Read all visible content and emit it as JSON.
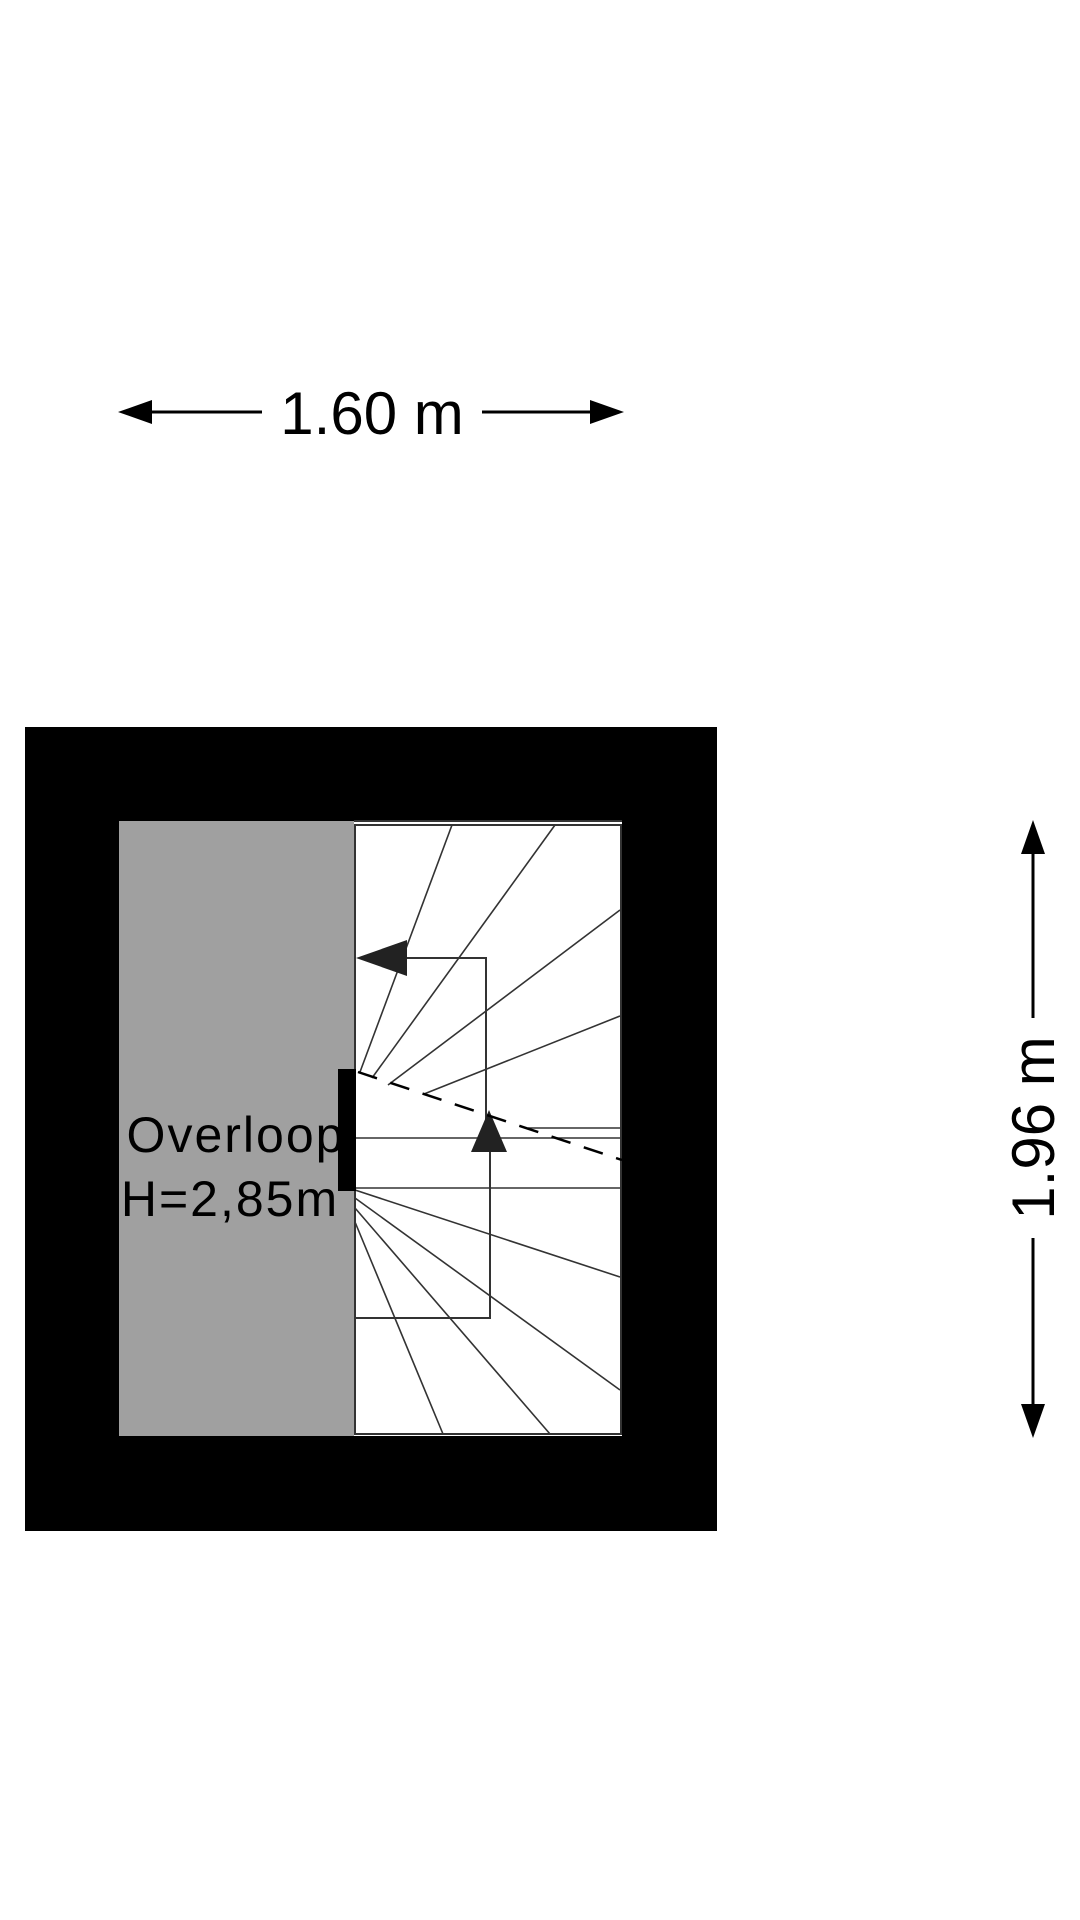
{
  "floorplan": {
    "width_dimension": "1.60 m",
    "height_dimension": "1.96 m",
    "room": {
      "name": "Overloop",
      "height": "H=2,85m"
    },
    "colors": {
      "wall": "#000000",
      "floor": "#a0a0a0",
      "stair": "#ffffff",
      "line": "#333333"
    }
  }
}
